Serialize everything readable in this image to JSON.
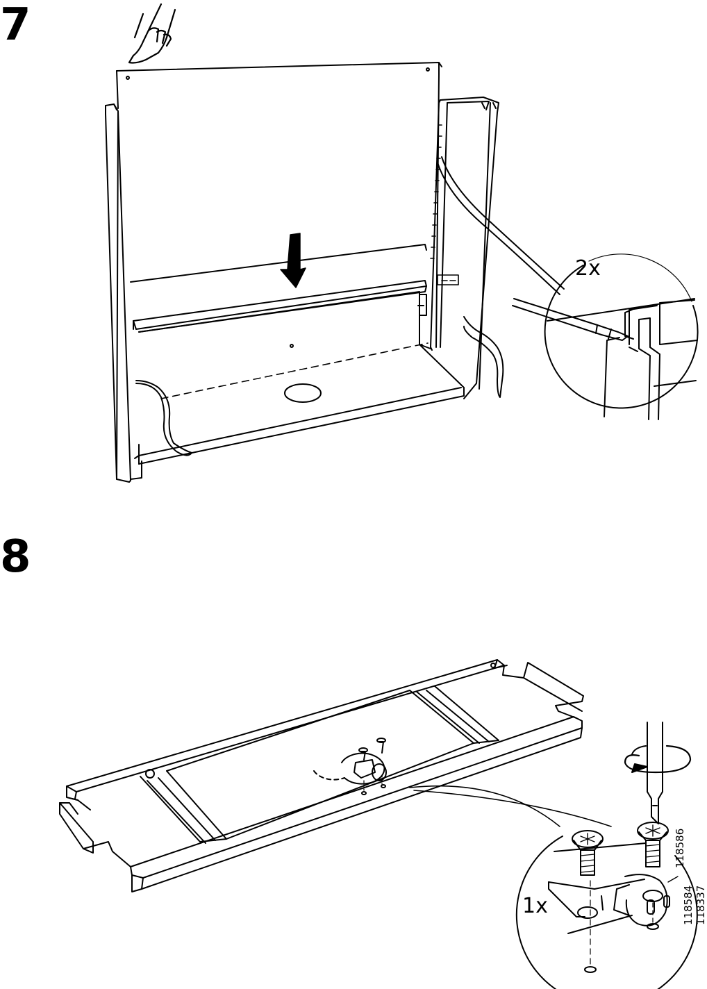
{
  "steps": [
    {
      "number": "7",
      "quantity": "2x"
    },
    {
      "number": "8",
      "quantity": "1x",
      "part_numbers": [
        "118586",
        "118584",
        "118337"
      ]
    }
  ],
  "icons": [
    "pointing-hand-icon",
    "down-arrow-icon",
    "screwdriver-icon",
    "rotate-clockwise-icon",
    "screw-icon"
  ]
}
